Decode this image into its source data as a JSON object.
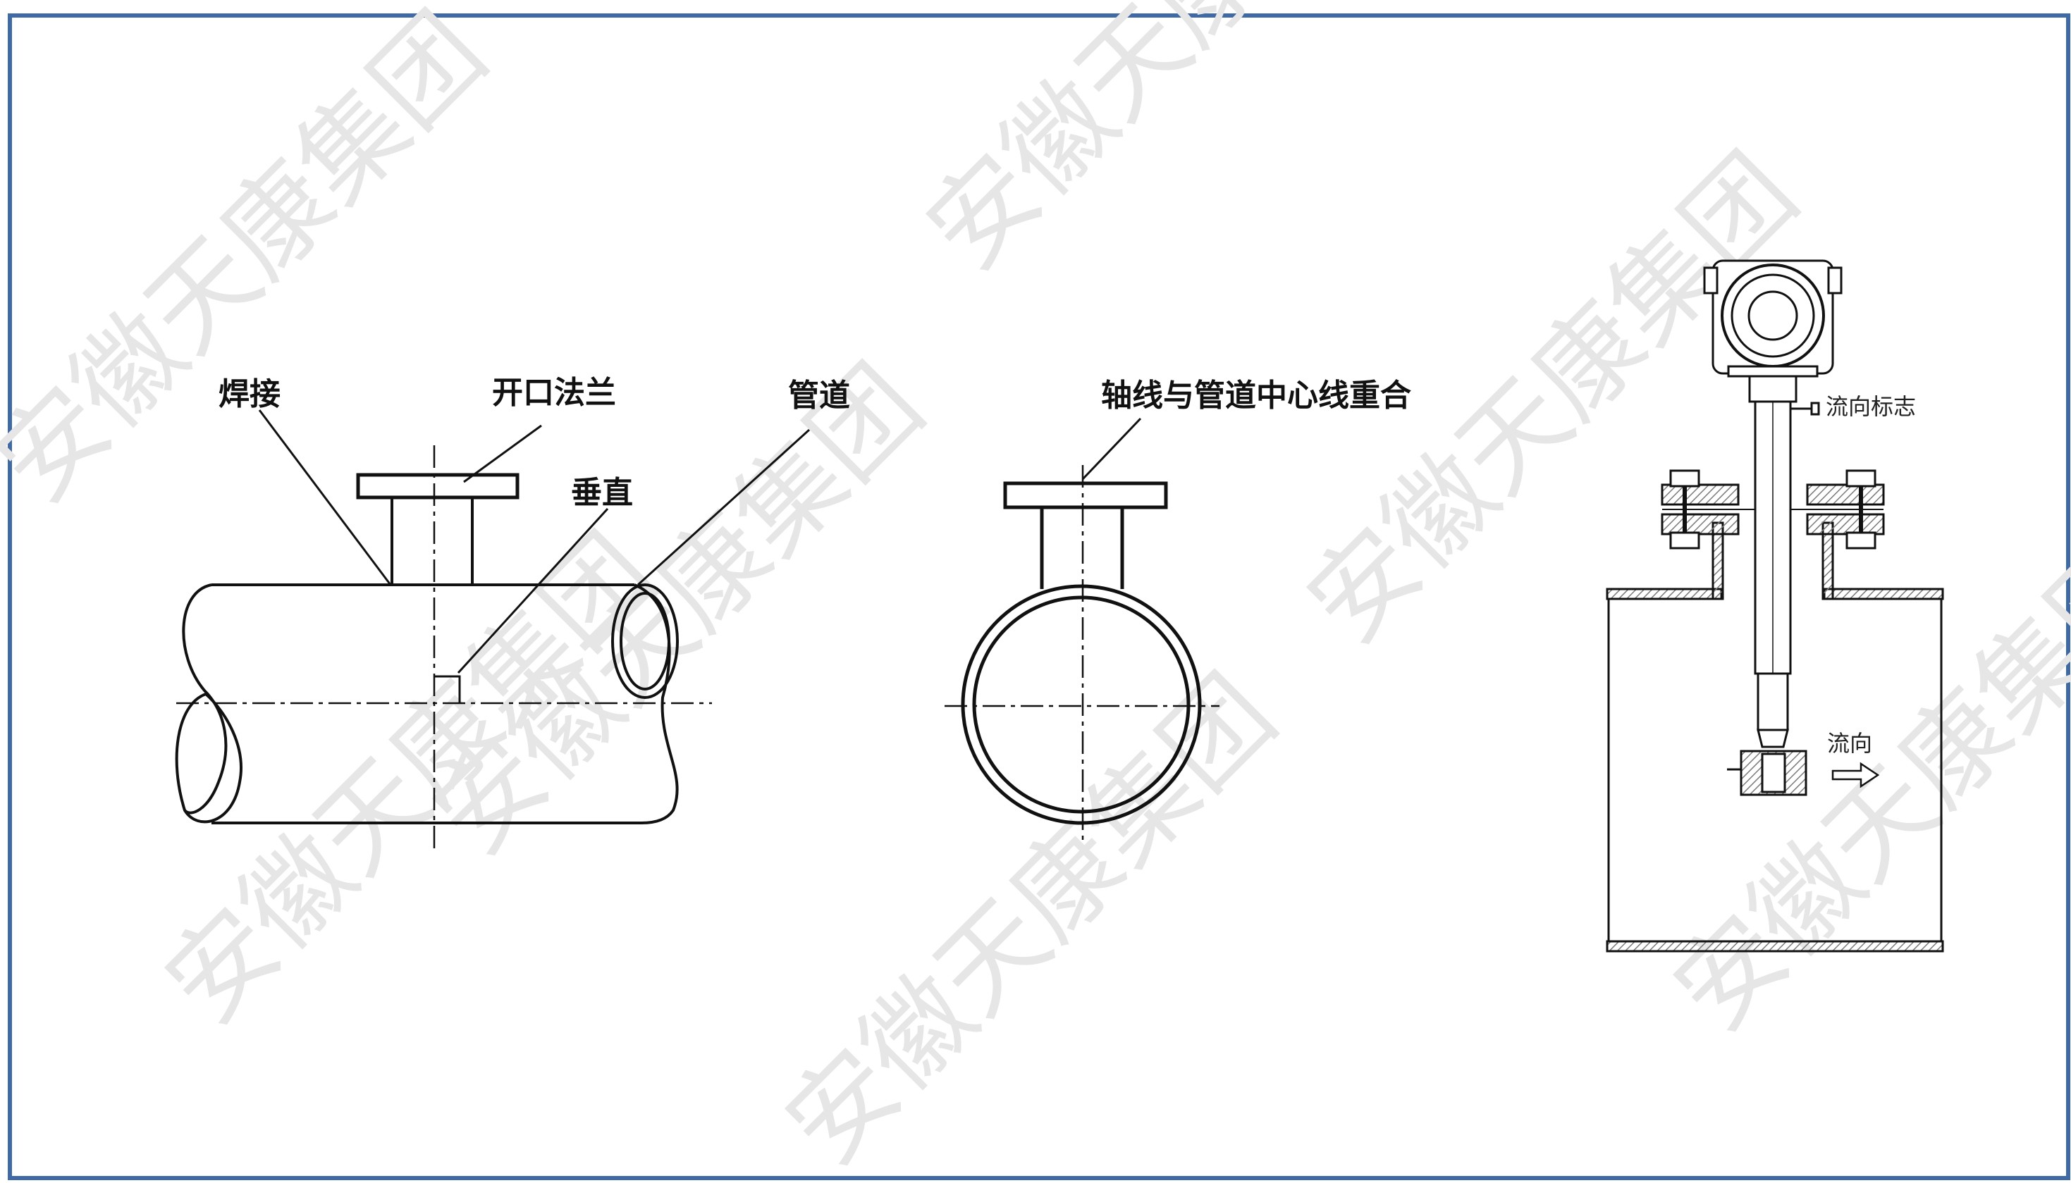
{
  "watermark": {
    "text": "安徽天康集团"
  },
  "colors": {
    "frame": "#3f6aa5",
    "ink": "#111111",
    "watermark": "#e6e6e6",
    "hatch": "#8a8a8a"
  },
  "side_view": {
    "label_weld": "焊接",
    "label_flange": "开口法兰",
    "label_perpendicular": "垂直",
    "label_pipe": "管道"
  },
  "section_view": {
    "label_axis": "轴线与管道中心线重合"
  },
  "install_view": {
    "label_flow_mark": "流向标志",
    "label_flow_direction": "流向"
  }
}
